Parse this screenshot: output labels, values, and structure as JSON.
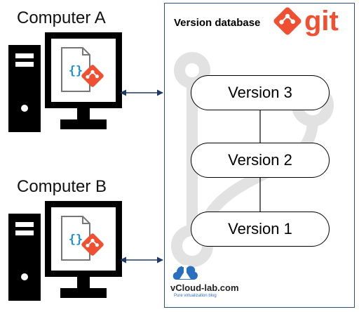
{
  "computers": [
    {
      "label": "Computer A"
    },
    {
      "label": "Computer B"
    }
  ],
  "database": {
    "title": "Version database",
    "logo_text": "git"
  },
  "versions": [
    {
      "label": "Version 3"
    },
    {
      "label": "Version 2"
    },
    {
      "label": "Version 1"
    }
  ],
  "branding": {
    "name": "vCloud-lab.com",
    "tagline": "Pure virtualization blog"
  },
  "colors": {
    "git_orange": "#f05032",
    "box_border": "#2f4f7f",
    "arrow": "#1f3864",
    "code_brace": "#1e90d6",
    "watermark": "#e2e2e2"
  }
}
